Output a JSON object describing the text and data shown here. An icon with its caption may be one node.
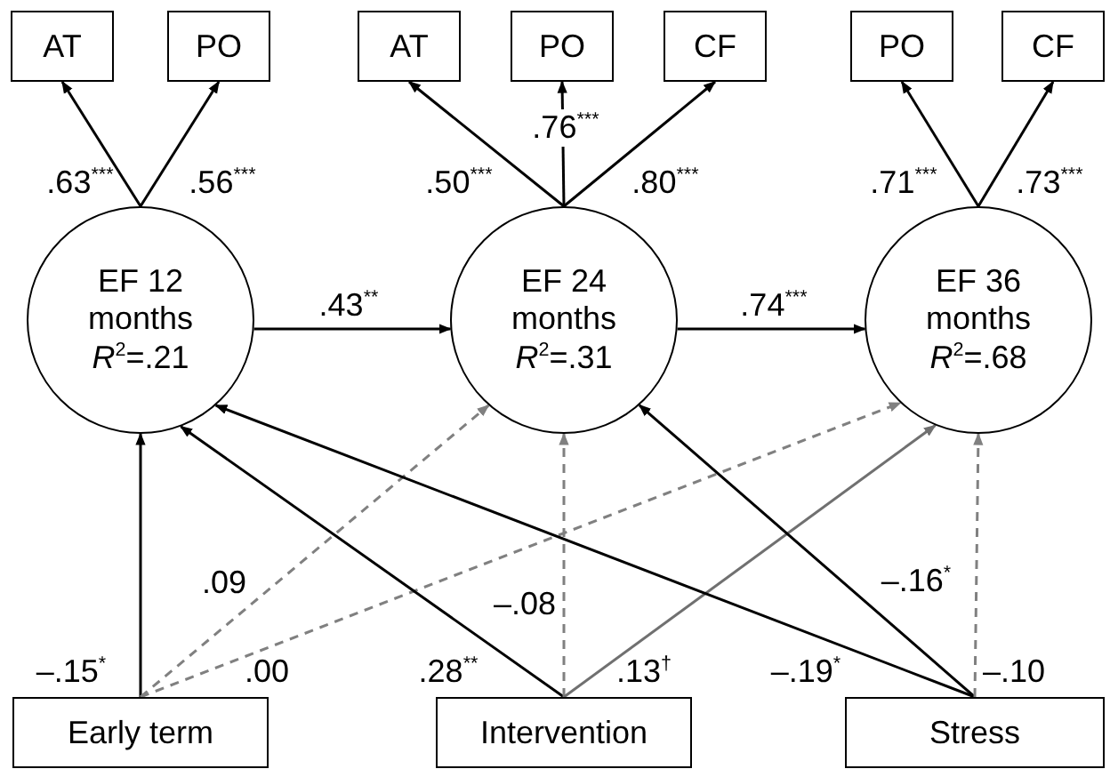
{
  "diagram": {
    "nodes": [
      {
        "text": [
          "AT"
        ]
      },
      {
        "text": [
          "PO"
        ]
      },
      {
        "text": [
          "AT"
        ]
      },
      {
        "text": [
          "PO"
        ]
      },
      {
        "text": [
          "CF"
        ]
      },
      {
        "text": [
          "PO"
        ]
      },
      {
        "text": [
          "CF"
        ]
      },
      {
        "text": [
          "EF 12 months",
          "*R*$^{2}$=.21"
        ]
      },
      {
        "text": [
          "EF 24 months",
          "*R*$^{2}$=.31"
        ]
      },
      {
        "text": [
          "EF 36 months",
          "*R*$^{2}$=.68"
        ]
      },
      {
        "text": [
          "Early term"
        ]
      },
      {
        "text": [
          "Intervention"
        ]
      },
      {
        "text": [
          "Stress"
        ]
      }
    ],
    "edges": [
      {
        "from": 7,
        "to": 0,
        "arrow": "to",
        "label": ".63$^{***}$"
      },
      {
        "from": 7,
        "to": 1,
        "arrow": "to",
        "label": ".56$^{***}$"
      },
      {
        "from": 8,
        "to": 2,
        "arrow": "to",
        "label": ".50$^{***}$"
      },
      {
        "from": 8,
        "to": 3,
        "arrow": "to",
        "label": ".76$^{***}$"
      },
      {
        "from": 8,
        "to": 4,
        "arrow": "to",
        "label": ".80$^{***}$"
      },
      {
        "from": 9,
        "to": 5,
        "arrow": "to",
        "label": ".71$^{***}$"
      },
      {
        "from": 9,
        "to": 6,
        "arrow": "to",
        "label": ".73$^{***}$"
      },
      {
        "from": 7,
        "to": 8,
        "arrow": "to",
        "label": ".43$^{**}$"
      },
      {
        "from": 8,
        "to": 9,
        "arrow": "to",
        "label": ".74$^{***}$"
      },
      {
        "from": 10,
        "to": 7,
        "arrow": "to",
        "label": "–.15$^{*}$"
      },
      {
        "from": 10,
        "to": 8,
        "arrow": "to",
        "label": ".09",
        "style": "dashed",
        "color": "#808080"
      },
      {
        "from": 10,
        "to": 9,
        "arrow": "to",
        "label": ".00",
        "style": "dashed",
        "color": "#808080"
      },
      {
        "from": 11,
        "to": 7,
        "arrow": "to",
        "label": ".28$^{**}$"
      },
      {
        "from": 11,
        "to": 8,
        "arrow": "to",
        "label": "–.08",
        "style": "dashed",
        "color": "#808080"
      },
      {
        "from": 11,
        "to": 9,
        "arrow": "to",
        "label": ".13$^{†}$",
        "color": "#707070"
      },
      {
        "from": 12,
        "to": 7,
        "arrow": "to",
        "label": "–.19$^{*}$"
      },
      {
        "from": 12,
        "to": 8,
        "arrow": "to",
        "label": "–.16$^{*}$"
      },
      {
        "from": 12,
        "to": 9,
        "arrow": "to",
        "label": "–.10",
        "style": "dashed",
        "color": "#808080"
      }
    ]
  }
}
